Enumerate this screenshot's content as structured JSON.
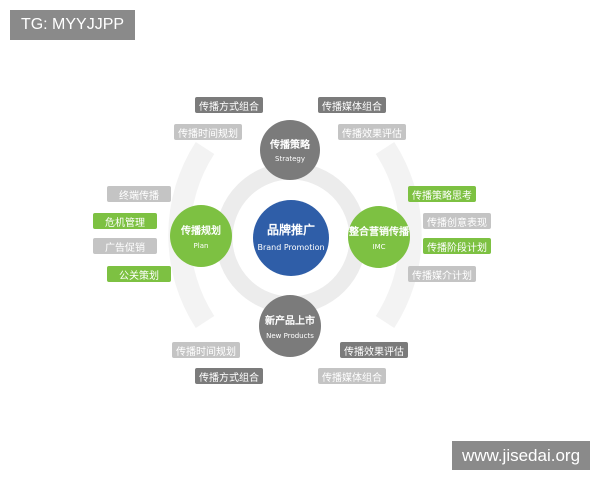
{
  "watermarks": {
    "top_left": "TG: MYYJJPP",
    "bottom_right": "www.jisedai.org"
  },
  "center": {
    "title": "品牌推广",
    "subtitle": "Brand Promotion",
    "color": "#2f5ea8"
  },
  "nodes": {
    "top": {
      "title": "传播策略",
      "subtitle": "Strategy",
      "color": "#7b7b7b"
    },
    "left": {
      "title": "传播规划",
      "subtitle": "Plan",
      "color": "#7dc142"
    },
    "right": {
      "title": "整合营销传播",
      "subtitle": "IMC",
      "color": "#7dc142"
    },
    "bottom": {
      "title": "新产品上市",
      "subtitle": "New Products",
      "color": "#7b7b7b"
    }
  },
  "tags": {
    "top": [
      "传播方式组合",
      "传播媒体组合",
      "传播时间规划",
      "传播效果评估"
    ],
    "left": [
      "终端传播",
      "危机管理",
      "广告促销",
      "公关策划"
    ],
    "right": [
      "传播策略思考",
      "传播创意表现",
      "传播阶段计划",
      "传播媒介计划"
    ],
    "bottom": [
      "传播时间规划",
      "传播效果评估",
      "传播方式组合",
      "传播媒体组合"
    ]
  },
  "colors": {
    "ring": "#ececec",
    "dark_tag": "#7b7b7b",
    "light_tag": "#c4c4c4",
    "green_tag": "#7dc142"
  }
}
